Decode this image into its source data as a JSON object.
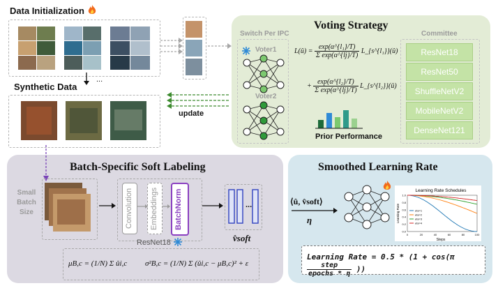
{
  "left": {
    "data_init_title": "Data Initialization",
    "synthetic_title": "Synthetic Data",
    "update_label": "update",
    "dots": "..."
  },
  "voting": {
    "title": "Voting Strategy",
    "switch_label": "Switch Per IPC",
    "voter1": "Voter1",
    "voter2": "Voter2",
    "prior_label": "Prior Performance",
    "committee_title": "Committee",
    "committee": [
      "ResNet18",
      "ResNet50",
      "ShuffleNetV2",
      "MobileNetV2",
      "DenseNet121"
    ],
    "formula_lhs": "L(û) =",
    "formula_term1_num": "exp(α^{l₁}/T)",
    "formula_term1_den": "Σ exp(α^{lj}/T)",
    "formula_term1_loss": "L_{s^{l₁}}(û)",
    "formula_term2_num": "exp(α^{l₂}/T)",
    "formula_term2_den": "Σ exp(α^{lj}/T)",
    "formula_term2_loss": "L_{s^{l₂}}(û)",
    "plus": "+"
  },
  "batch": {
    "title": "Batch-Specific Soft Labeling",
    "small_batch": [
      "Small",
      "Batch",
      "Size"
    ],
    "conv": "Convolution",
    "emb": "Embeddings",
    "bn": "BatchNorm",
    "resnet_label": "ResNet18",
    "v_soft": "v̂soft",
    "ellipsis": "...",
    "mu_formula": "μB,c = (1/N) Σ ûi,c",
    "sigma_formula": "σ²B,c = (1/N) Σ (ûi,c − μB,c)² + ε"
  },
  "lr": {
    "title": "Smoothed Learning Rate",
    "pair_label": "⟨û, v̂soft⟩",
    "eta": "η",
    "formula": "Learning Rate = 0.5 * (1 + cos(π step / (epochs * η)))",
    "formula_prefix": "Learning Rate = 0.5 * (1 + cos(π",
    "formula_num": "step",
    "formula_den": "epochs * η",
    "formula_suffix": "))"
  },
  "chart_data": {
    "type": "line",
    "title": "Learning Rate Schedules",
    "xlabel": "Steps",
    "ylabel": "Learning Rate",
    "xlim": [
      0,
      100
    ],
    "ylim": [
      0,
      1.0
    ],
    "x_ticks": [
      "0",
      "20",
      "40",
      "60",
      "80",
      "100"
    ],
    "y_ticks": [
      "0.0",
      "0.2",
      "0.4",
      "0.6",
      "0.8",
      "1.0"
    ],
    "legend_placement": "left",
    "series": [
      {
        "name": "eta=1",
        "color": "#1f77b4",
        "eta": 1
      },
      {
        "name": "eta=2",
        "color": "#ff7f0e",
        "eta": 2
      },
      {
        "name": "eta=3",
        "color": "#2ca02c",
        "eta": 3
      },
      {
        "name": "eta=4",
        "color": "#d62728",
        "eta": 4
      }
    ]
  },
  "colors": {
    "voting_bg": "#e3ecd6",
    "batch_bg": "#dcd9e2",
    "lr_bg": "#d6e7ee",
    "committee_fill": "#c4e3a6",
    "vector_stroke": "#3a4bc2",
    "arrow_green": "#3c8a2e",
    "arrow_purple": "#7a44b8",
    "bn_stroke": "#8a3fc0"
  }
}
